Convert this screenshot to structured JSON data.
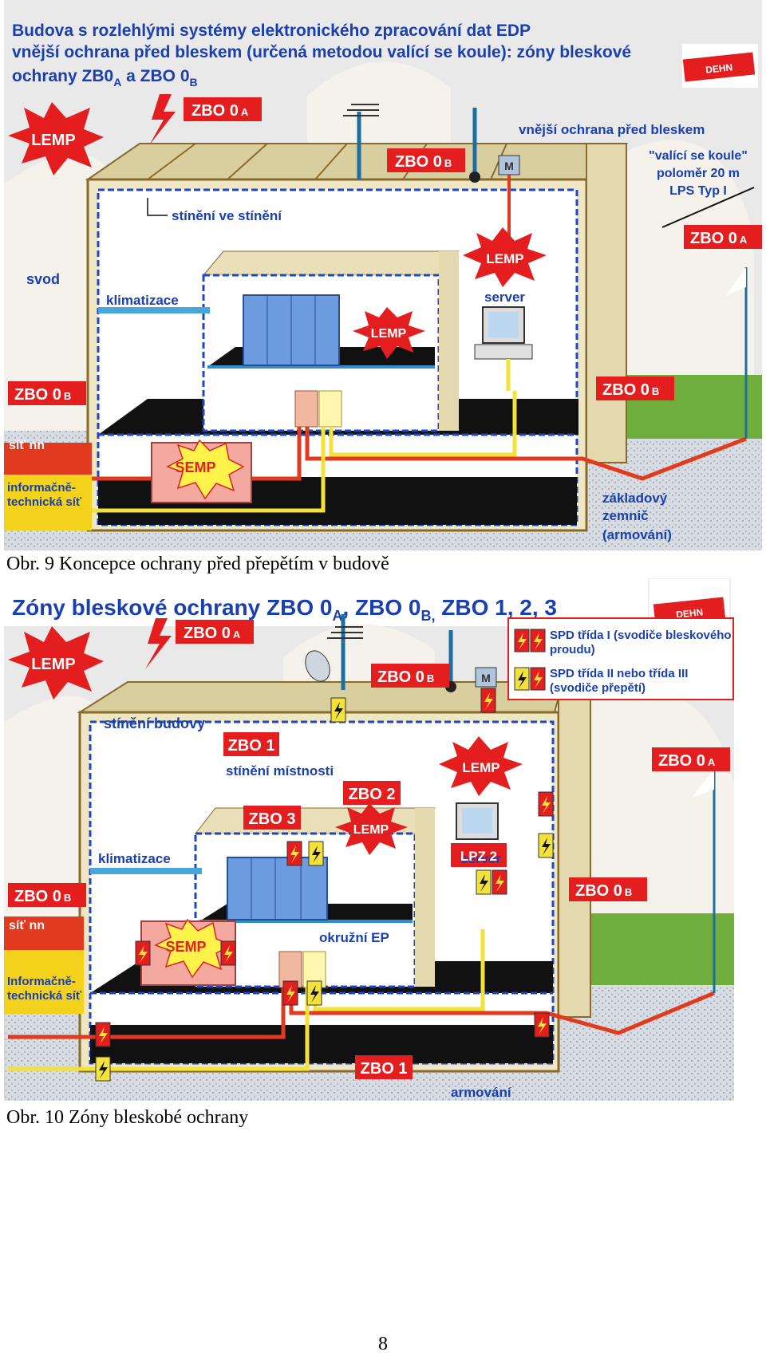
{
  "figure1": {
    "title_lines": [
      "Budova s rozlehlými systémy elektronického zpracování dat EDP",
      "vnější ochrana před bleskem (určená metodou valící se koule): zóny bleskové",
      "ochrany ZB0",
      "A",
      " a ZBO 0",
      "B"
    ],
    "caption": "Obr. 9 Koncepce ochrany před přepětím v budově",
    "labels": {
      "lemp": "LEMP",
      "zbo": "ZBO 0",
      "sub_a": "A",
      "sub_b": "B",
      "ext": "vnější ochrana před bleskem",
      "sphere1": "\"valící se koule\"",
      "sphere2": "poloměr 20 m",
      "sphere3": "LPS Typ I",
      "shield": "stínění ve stínění",
      "svod": "svod",
      "klim": "klimatizace",
      "server": "server",
      "sit": "síť nn",
      "info1": "informačně-",
      "info2": "technická síť",
      "semp": "SEMP",
      "zem1": "základový",
      "zem2": "zemnič",
      "zem3": "(armování)",
      "motor": "M",
      "logo": "DEHN"
    }
  },
  "figure2": {
    "title_main": "Zóny bleskové ochrany ZBO 0",
    "title_a": "A",
    "title_mid": ", ZBO 0",
    "title_b": "B,",
    "title_end": " ZBO 1, 2, 3",
    "caption": "Obr. 10  Zóny bleskobé ochrany",
    "legend": {
      "item1_line1": "SPD třída I (svodiče bleskového",
      "item1_line2": "proudu)",
      "item2_line1": "SPD třída II nebo třída III",
      "item2_line2": "(svodiče přepětí)"
    },
    "labels": {
      "lemp": "LEMP",
      "zbo0": "ZBO 0",
      "sub_a": "A",
      "sub_b": "B",
      "zbo1": "ZBO 1",
      "zbo2": "ZBO 2",
      "zbo3": "ZBO 3",
      "shield_bld": "stínění budovy",
      "shield_room": "stínění místnosti",
      "klim": "klimatizace",
      "server": "server",
      "ring": "okružní EP",
      "lpz2": "LPZ 2",
      "sit": "síť nn",
      "info1": "Informačně-",
      "info2": "technická síť",
      "semp": "SEMP",
      "armovani": "armování",
      "motor": "M",
      "logo": "DEHN"
    }
  },
  "page_number": "8",
  "colors": {
    "title_blue": "#1a3fb0",
    "zbo_red": "#e41e1e",
    "ground_green": "#6fae3c",
    "wall_beige": "#efe6c4",
    "floor_black": "#111111",
    "wire_yellow": "#f2e23a",
    "wire_red": "#e23a1e",
    "shield_blue": "#1e46c8"
  }
}
